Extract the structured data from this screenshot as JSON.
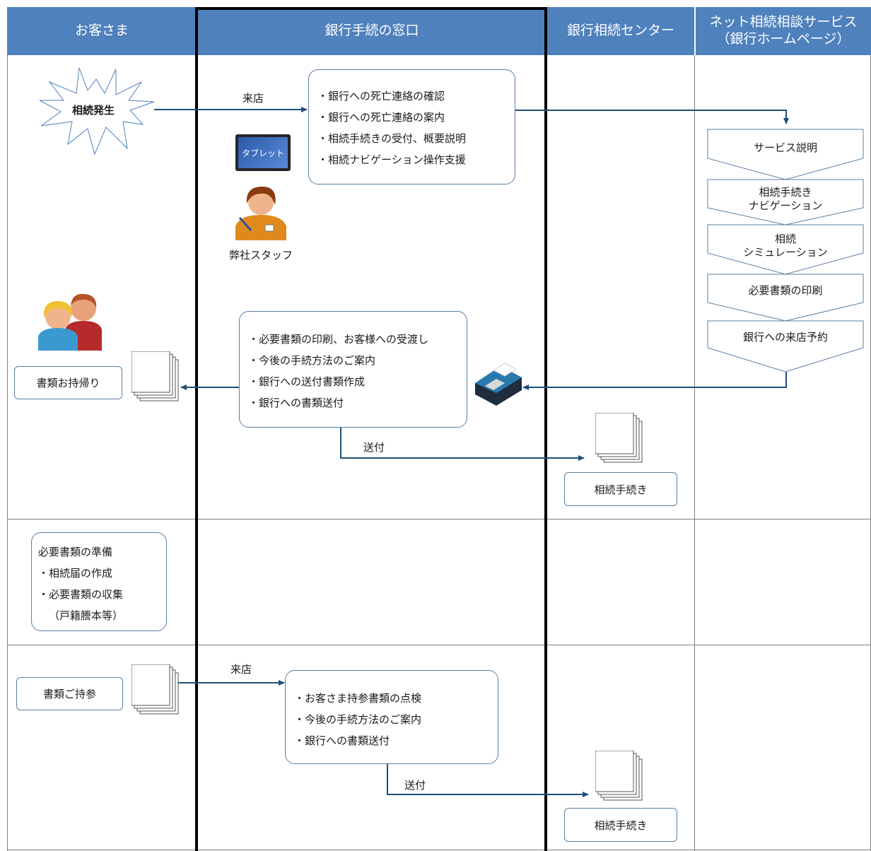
{
  "headers": {
    "customer": "お客さま",
    "branch": "銀行手続の窓口",
    "center": "銀行相続センター",
    "net_line1": "ネット相続相談サービス",
    "net_line2": "（銀行ホームページ）"
  },
  "row1": {
    "starburst": "相続発生",
    "visit_label": "来店",
    "branch_box": [
      "・銀行への死亡連絡の確認",
      "・銀行への死亡連絡の案内",
      "・相続手続きの受付、概要説明",
      "・相続ナビゲーション操作支援"
    ],
    "tablet": "タブレット",
    "staff": "弊社スタッフ",
    "print_box": [
      "・必要書類の印刷、お客様への受渡し",
      "・今後の手続方法のご案内",
      "・銀行への送付書類作成",
      "・銀行への書類送付"
    ],
    "takehome": "書類お持帰り",
    "send_label": "送付",
    "center_proc": "相続手続き",
    "services": [
      {
        "l1": "サービス説明",
        "l2": ""
      },
      {
        "l1": "相続手続き",
        "l2": "ナビゲーション"
      },
      {
        "l1": "相続",
        "l2": "シミュレーション"
      },
      {
        "l1": "必要書類の印刷",
        "l2": ""
      },
      {
        "l1": "銀行への来店予約",
        "l2": ""
      }
    ]
  },
  "row2": {
    "prep_title": "必要書類の準備",
    "prep_1": "・相続届の作成",
    "prep_2": "・必要書類の収集",
    "prep_3": "（戸籍謄本等）"
  },
  "row3": {
    "bring": "書類ご持参",
    "visit_label": "来店",
    "check_box": [
      "・お客さま持参書類の点検",
      "・今後の手続方法のご案内",
      "・銀行への書類送付"
    ],
    "send_label": "送付",
    "center_proc": "相続手続き"
  },
  "colors": {
    "header": "#4f81bd",
    "arrow": "#1f4e79",
    "box_border": "#5b7fa6"
  }
}
